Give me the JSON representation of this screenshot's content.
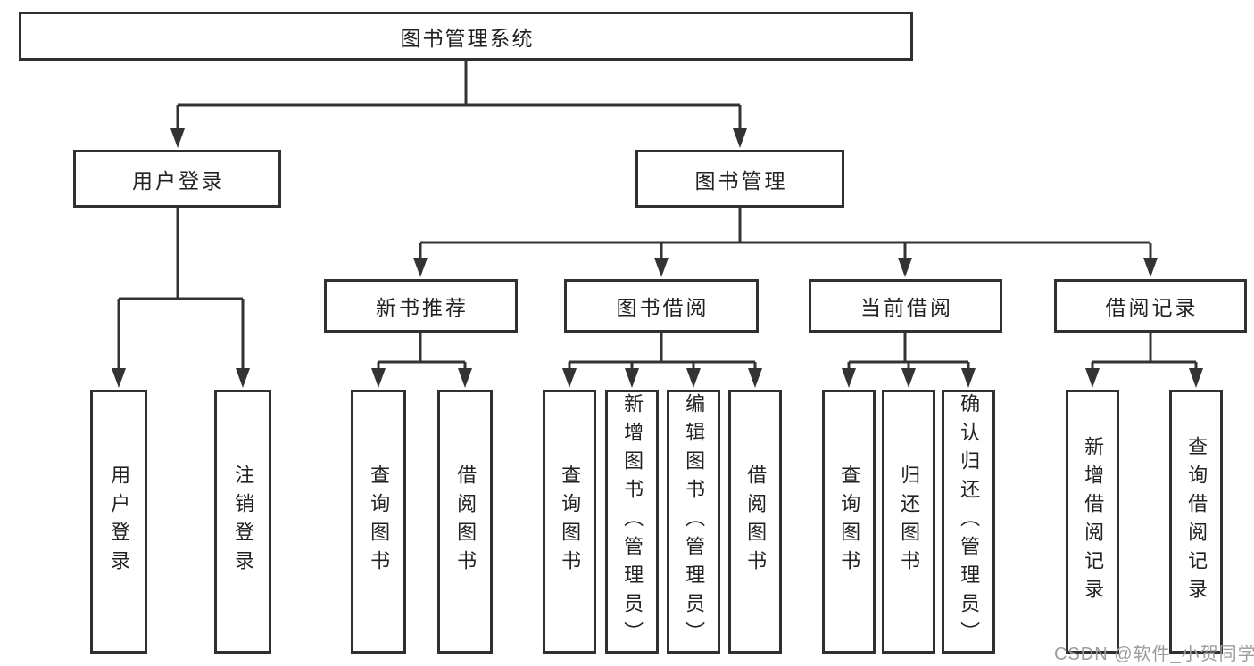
{
  "tree": {
    "title": "图书管理系统",
    "branches": [
      {
        "label": "用户登录",
        "children": [
          {
            "label": "用户登录"
          },
          {
            "label": "注销登录"
          }
        ]
      },
      {
        "label": "图书管理",
        "sections": [
          {
            "label": "新书推荐",
            "children": [
              {
                "label": "查询图书"
              },
              {
                "label": "借阅图书"
              }
            ]
          },
          {
            "label": "图书借阅",
            "children": [
              {
                "label": "查询图书"
              },
              {
                "label": "新增图书（管理员）"
              },
              {
                "label": "编辑图书（管理员）"
              },
              {
                "label": "借阅图书"
              }
            ]
          },
          {
            "label": "当前借阅",
            "children": [
              {
                "label": "查询图书"
              },
              {
                "label": "归还图书"
              },
              {
                "label": "确认归还（管理员）"
              }
            ]
          },
          {
            "label": "借阅记录",
            "children": [
              {
                "label": "新增借阅记录"
              },
              {
                "label": "查询借阅记录"
              }
            ]
          }
        ]
      }
    ]
  },
  "watermark": {
    "text": "CSDN @软件_小贺同学"
  },
  "colors": {
    "line": "#333333",
    "box_border": "#303030",
    "text": "#222222",
    "watermark": "#9d9d9d",
    "background": "#ffffff"
  }
}
